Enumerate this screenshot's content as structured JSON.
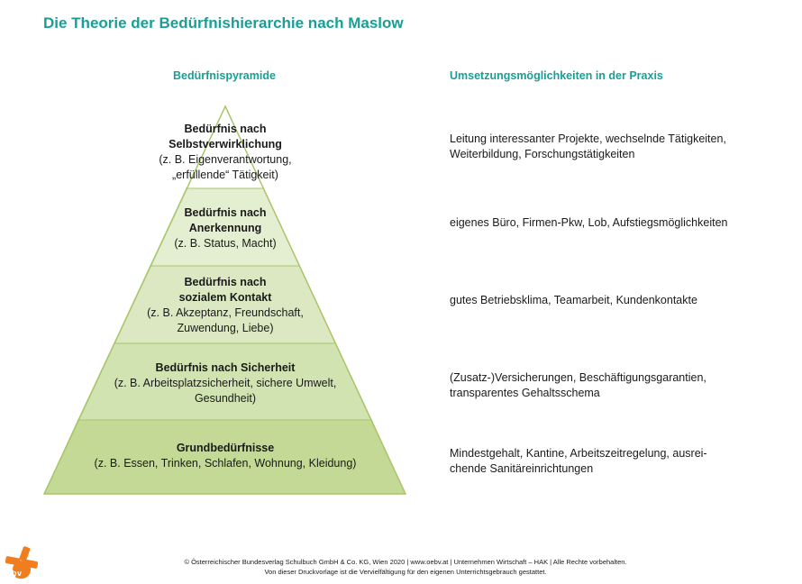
{
  "title": "Die Theorie der Bedürfnishierarchie nach Maslow",
  "headings": {
    "left": "Bedürfnispyramide",
    "right": "Umsetzungsmöglichkeiten in der Praxis"
  },
  "colors": {
    "accent": "#1a9e96",
    "pyramid_light": "#e4eed0",
    "pyramid_mid": "#d2e3b2",
    "pyramid_dark": "#c3d995",
    "pyramid_outline": "#a9c56a",
    "logo": "#f07d1e"
  },
  "levels": [
    {
      "name": "Bedürfnis nach\nSelbstverwirklichung",
      "examples": "(z. B. Eigenverantwortung,\n„erfüllende“ Tätigkeit)",
      "practice": "Leitung interessanter Projekte, wechselnde Tätigkeiten,\nWeiterbildung, Forschungstätigkeiten"
    },
    {
      "name": "Bedürfnis nach\nAnerkennung",
      "examples": "(z. B. Status, Macht)",
      "practice": "eigenes Büro, Firmen-Pkw, Lob, Aufstiegsmöglichkeiten"
    },
    {
      "name": "Bedürfnis nach\nsozialem Kontakt",
      "examples": "(z. B. Akzeptanz, Freundschaft,\nZuwendung, Liebe)",
      "practice": "gutes Betriebsklima, Teamarbeit, Kundenkontakte"
    },
    {
      "name": "Bedürfnis nach Sicherheit",
      "examples": "(z. B. Arbeitsplatzsicherheit, sichere Umwelt,\nGesundheit)",
      "practice": "(Zusatz-)Versicherungen, Beschäftigungsgarantien,\ntransparentes Gehaltsschema"
    },
    {
      "name": "Grundbedürfnisse",
      "examples": "(z. B. Essen, Trinken, Schlafen, Wohnung, Kleidung)",
      "practice": "Mindestgehalt, Kantine, Arbeitszeitregelung, ausrei-\nchende Sanitäreinrichtungen"
    }
  ],
  "logo": {
    "icon": "oebv-logo-icon",
    "text": "öbv"
  },
  "footer": {
    "line1": "© Österreichischer Bundesverlag Schulbuch GmbH & Co. KG, Wien 2020 | www.oebv.at | Unternehmen Wirtschaft – HAK | Alle Rechte vorbehalten.",
    "line2": "Von dieser Druckvorlage ist die Vervielfältigung für den eigenen Unterrichtsgebrauch gestattet."
  }
}
